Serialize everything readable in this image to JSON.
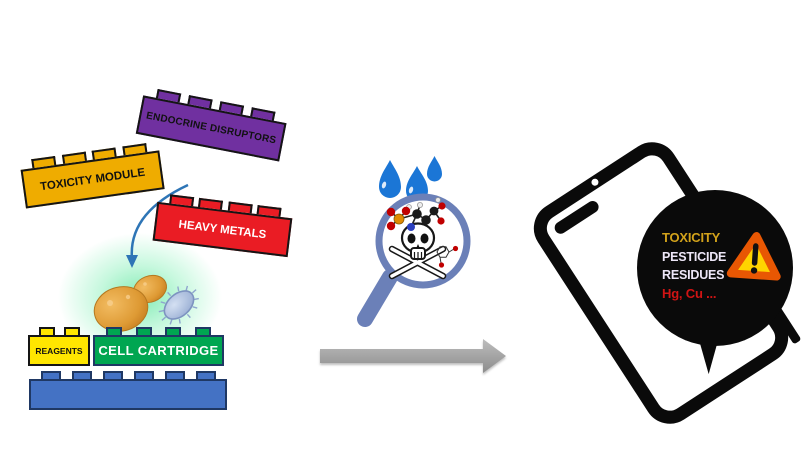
{
  "bricks": {
    "endocrine_disruptors": {
      "label": "ENDOCRINE DISRUPTORS",
      "color": "#7030A0",
      "text_color": "#111111"
    },
    "toxicity_module": {
      "label": "TOXICITY MODULE",
      "color": "#EFAC00",
      "text_color": "#111111"
    },
    "heavy_metals": {
      "label": "HEAVY METALS",
      "color": "#EA1C24",
      "text_color": "#FFFFFF"
    },
    "reagents": {
      "label": "REAGENTS",
      "color": "#FFE600",
      "text_color": "#111111"
    },
    "cell_cartridge": {
      "label": "CELL CARTRIDGE",
      "color": "#00A651",
      "text_color": "#FFFFFF"
    },
    "base_plate": {
      "label": "",
      "color": "#4472C4"
    }
  },
  "phone": {
    "alert_bubble": {
      "background": "#0A0A0A",
      "lines": [
        {
          "text": "TOXICITY",
          "color": "#D2A21B"
        },
        {
          "text": "PESTICIDE",
          "color": "#EDE6F7"
        },
        {
          "text": "RESIDUES",
          "color": "#EDE6F7"
        },
        {
          "text": "Hg, Cu ...",
          "color": "#D11414"
        }
      ]
    }
  },
  "icons": {
    "water-drop": {
      "shape": "teardrop",
      "color": "#1B76D6",
      "count": 3
    },
    "magnifier": {
      "shape": "circle-with-handle",
      "rim_color": "#6B80B8"
    },
    "skull-crossbones": {
      "color": "#161616"
    },
    "pesticide-molecule": {
      "atom_colors": {
        "carbon": "#1A1A1A",
        "oxygen": "#C00000",
        "phosphorus": "#E08A00",
        "nitrogen": "#2A3FBF",
        "hydrogen": "#EDEDED"
      }
    },
    "assembly-arrow": {
      "shape": "curved-down-arrow",
      "color": "#2E75B6"
    },
    "flow-arrow": {
      "shape": "right-arrow",
      "color": "#9D9D9D"
    },
    "smartphone": {
      "color": "#0A0A0A"
    },
    "speech-bubble": {
      "color": "#0A0A0A"
    },
    "warning-triangle": {
      "fill": "#FFD400",
      "border": "#E85703",
      "mark": "#111111"
    },
    "yeast-cells": {
      "color": "#DE9A34"
    },
    "bacterium": {
      "color": "#A9BDE2"
    },
    "cell-glow": {
      "color": "#7FE9B2"
    }
  }
}
